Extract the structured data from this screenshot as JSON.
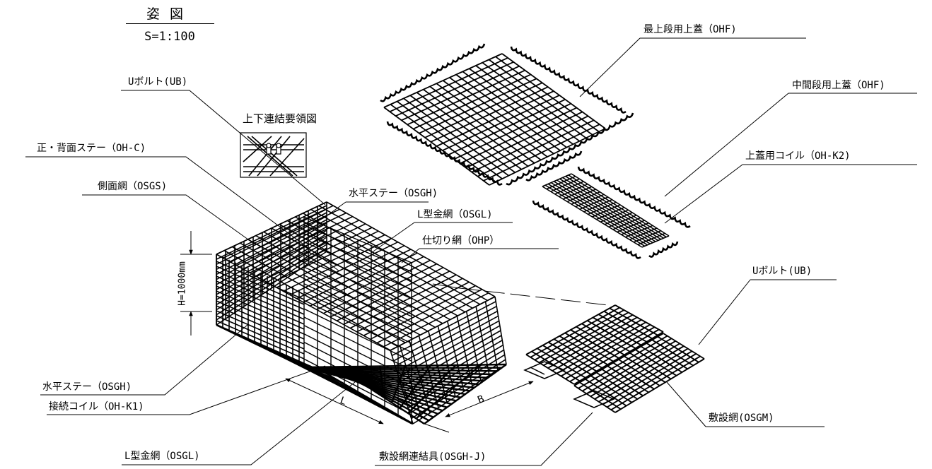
{
  "title": {
    "main": "姿図",
    "scale": "S=1:100"
  },
  "inset": {
    "label": "上下連結要領図"
  },
  "labels": {
    "u_bolt_top": "Uボルト(UB)",
    "front_back_stay": "正・背面ステー（OH-C)",
    "side_mesh": "側面網（OSGS)",
    "horizontal_stay_upper": "水平ステー（OSGH)",
    "l_mesh_upper": "L型金網（OSGL)",
    "partition_mesh": "仕切り網（OHP）",
    "horizontal_stay_lower": "水平ステー（OSGH)",
    "connect_coil": "接続コイル（OH-K1)",
    "l_mesh_lower": "L型金網（OSGL)",
    "top_lid": "最上段用上蓋（OHF)",
    "middle_lid": "中間段用上蓋（OHF)",
    "lid_coil": "上蓋用コイル（OH-K2)",
    "u_bolt_right": "Uボルト(UB)",
    "laying_mesh": "敷設網(OSGM)",
    "laying_connector": "敷設網連結具(OSGH-J)"
  },
  "dimensions": {
    "height": "H=1000mm",
    "length": "L",
    "width": "B"
  },
  "colors": {
    "line": "#000000",
    "background": "#ffffff"
  }
}
